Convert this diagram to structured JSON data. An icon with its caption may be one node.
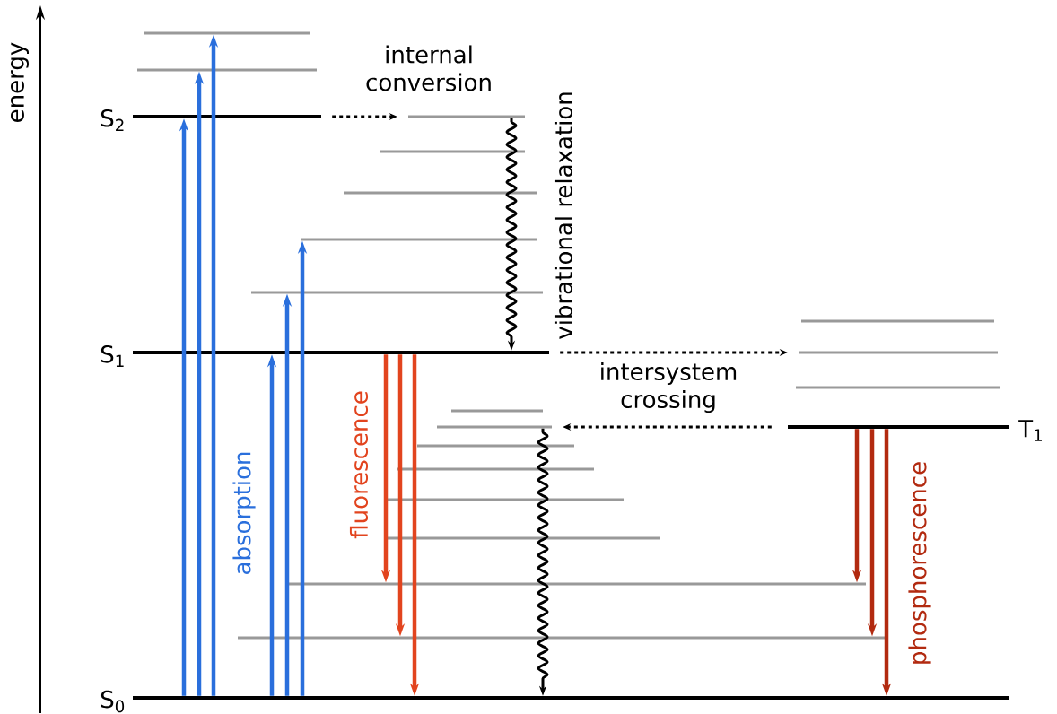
{
  "diagram": {
    "nodes": [
      {
        "text": [
          "S$_{2}$"
        ]
      },
      {
        "text": [
          "S$_{1}$"
        ]
      },
      {
        "text": [
          "S$_{0}$"
        ]
      },
      {
        "text": [
          "T$_{1}$"
        ]
      },
      {
        "text": [],
        "shape": "bar"
      },
      {
        "text": [],
        "shape": "bar"
      },
      {
        "text": [],
        "shape": "bar"
      },
      {
        "text": [],
        "shape": "bar"
      },
      {
        "text": [],
        "shape": "bar"
      },
      {
        "text": [],
        "shape": "bar"
      },
      {
        "text": [],
        "shape": "bar"
      },
      {
        "text": [],
        "shape": "bar"
      },
      {
        "text": [],
        "shape": "bar"
      },
      {
        "text": [],
        "shape": "bar"
      },
      {
        "text": [],
        "shape": "bar"
      },
      {
        "text": [],
        "shape": "bar"
      },
      {
        "text": [],
        "shape": "bar"
      },
      {
        "text": [],
        "shape": "bar"
      },
      {
        "text": [],
        "shape": "bar"
      },
      {
        "text": [],
        "shape": "bar"
      },
      {
        "text": [],
        "shape": "bar"
      },
      {
        "text": [],
        "shape": "bar"
      }
    ],
    "edges": [
      {
        "from": 2,
        "to": 0,
        "arrow": "to",
        "color": "#2a6fdc"
      },
      {
        "from": 2,
        "to": 5,
        "arrow": "to",
        "color": "#2a6fdc"
      },
      {
        "from": 2,
        "to": 4,
        "arrow": "to",
        "color": "#2a6fdc"
      },
      {
        "from": 2,
        "to": 1,
        "arrow": "to",
        "color": "#2a6fdc"
      },
      {
        "from": 2,
        "to": 10,
        "arrow": "to",
        "color": "#2a6fdc"
      },
      {
        "from": 2,
        "to": 9,
        "arrow": "to",
        "color": "#2a6fdc"
      },
      {
        "from": 1,
        "to": 20,
        "arrow": "to",
        "color": "#e2441e"
      },
      {
        "from": 1,
        "to": 21,
        "arrow": "to",
        "color": "#e2441e"
      },
      {
        "from": 1,
        "to": 2,
        "arrow": "to",
        "color": "#e2441e"
      },
      {
        "from": 3,
        "to": 20,
        "arrow": "to",
        "color": "#b22a10"
      },
      {
        "from": 3,
        "to": 21,
        "arrow": "to",
        "color": "#b22a10"
      },
      {
        "from": 3,
        "to": 2,
        "arrow": "to",
        "color": "#b22a10"
      },
      {
        "from": 0,
        "to": 6,
        "arrow": "to",
        "style": "dashed",
        "color": "#000000"
      },
      {
        "from": 6,
        "to": 1,
        "arrow": "to",
        "color": "#000000"
      },
      {
        "from": 1,
        "to": 12,
        "arrow": "to",
        "style": "dashed",
        "color": "#000000"
      },
      {
        "from": 3,
        "to": 15,
        "arrow": "to",
        "style": "dashed",
        "color": "#000000"
      },
      {
        "from": 15,
        "to": 2,
        "arrow": "to",
        "color": "#000000"
      }
    ],
    "labels": [
      "energy",
      "internal conversion",
      "vibrational relaxation",
      "intersystem crossing",
      "absorption",
      "fluorescence",
      "phosphorescence"
    ]
  }
}
